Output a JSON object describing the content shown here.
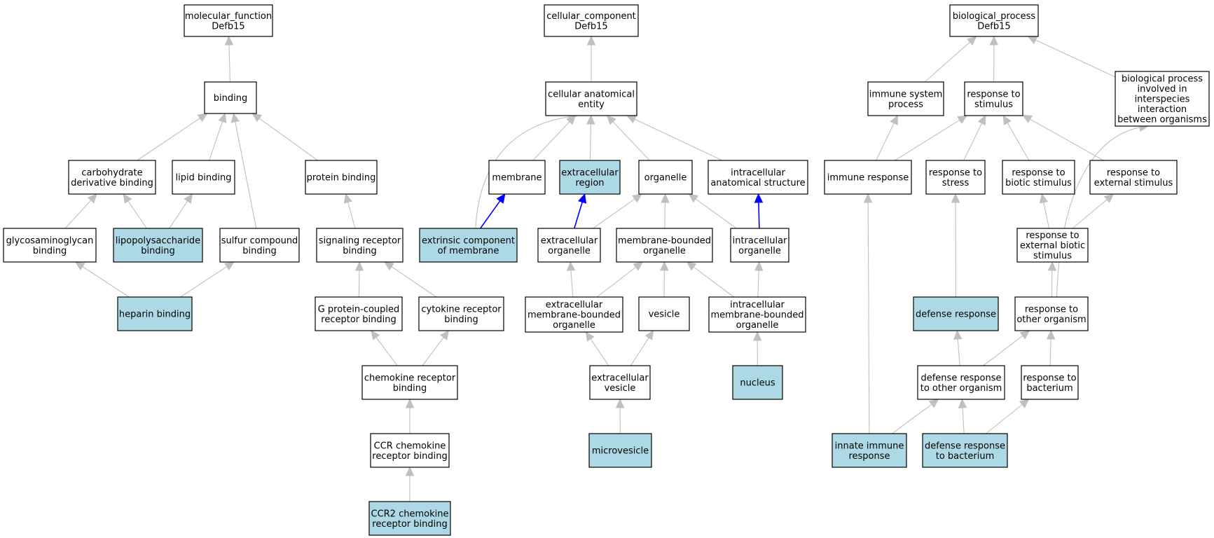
{
  "colors": {
    "node_fill": "#ffffff",
    "highlight_fill": "#add8e6",
    "edge_gray": "#c0c0c0",
    "edge_blue": "#0000ff"
  },
  "nodes": [
    {
      "id": "mf",
      "label": "molecular_function\nDefb15",
      "highlight": false
    },
    {
      "id": "binding",
      "label": "binding",
      "highlight": false
    },
    {
      "id": "carb",
      "label": "carbohydrate\nderivative binding",
      "highlight": false
    },
    {
      "id": "lipid",
      "label": "lipid binding",
      "highlight": false
    },
    {
      "id": "protein",
      "label": "protein binding",
      "highlight": false
    },
    {
      "id": "gag",
      "label": "glycosaminoglycan\nbinding",
      "highlight": false
    },
    {
      "id": "lps",
      "label": "lipopolysaccharide\nbinding",
      "highlight": true
    },
    {
      "id": "sulfur",
      "label": "sulfur compound\nbinding",
      "highlight": false
    },
    {
      "id": "sigrec",
      "label": "signaling receptor\nbinding",
      "highlight": false
    },
    {
      "id": "heparin",
      "label": "heparin binding",
      "highlight": true
    },
    {
      "id": "gpcr",
      "label": "G protein-coupled\nreceptor binding",
      "highlight": false
    },
    {
      "id": "cytok",
      "label": "cytokine receptor\nbinding",
      "highlight": false
    },
    {
      "id": "chemrec",
      "label": "chemokine receptor\nbinding",
      "highlight": false
    },
    {
      "id": "ccr",
      "label": "CCR chemokine\nreceptor binding",
      "highlight": false
    },
    {
      "id": "ccr2",
      "label": "CCR2 chemokine\nreceptor binding",
      "highlight": true
    },
    {
      "id": "cc",
      "label": "cellular_component\nDefb15",
      "highlight": false
    },
    {
      "id": "cae",
      "label": "cellular anatomical\nentity",
      "highlight": false
    },
    {
      "id": "membrane",
      "label": "membrane",
      "highlight": false
    },
    {
      "id": "extreg",
      "label": "extracellular\nregion",
      "highlight": true
    },
    {
      "id": "organelle",
      "label": "organelle",
      "highlight": false
    },
    {
      "id": "ias",
      "label": "intracellular\nanatomical structure",
      "highlight": false
    },
    {
      "id": "extcomp",
      "label": "extrinsic component\nof membrane",
      "highlight": true
    },
    {
      "id": "extorg",
      "label": "extracellular\norganelle",
      "highlight": false
    },
    {
      "id": "mbo",
      "label": "membrane-bounded\norganelle",
      "highlight": false
    },
    {
      "id": "intorg",
      "label": "intracellular\norganelle",
      "highlight": false
    },
    {
      "id": "embo",
      "label": "extracellular\nmembrane-bounded\norganelle",
      "highlight": false
    },
    {
      "id": "vesicle",
      "label": "vesicle",
      "highlight": false
    },
    {
      "id": "imbo",
      "label": "intracellular\nmembrane-bounded\norganelle",
      "highlight": false
    },
    {
      "id": "extves",
      "label": "extracellular\nvesicle",
      "highlight": false
    },
    {
      "id": "nucleus",
      "label": "nucleus",
      "highlight": true
    },
    {
      "id": "microves",
      "label": "microvesicle",
      "highlight": true
    },
    {
      "id": "bp",
      "label": "biological_process\nDefb15",
      "highlight": false
    },
    {
      "id": "isp",
      "label": "immune system\nprocess",
      "highlight": false
    },
    {
      "id": "rstim",
      "label": "response to\nstimulus",
      "highlight": false
    },
    {
      "id": "bpii",
      "label": "biological process\ninvolved in\ninterspecies\ninteraction\nbetween organisms",
      "highlight": false
    },
    {
      "id": "immresp",
      "label": "immune response",
      "highlight": false
    },
    {
      "id": "rstress",
      "label": "response to\nstress",
      "highlight": false
    },
    {
      "id": "rbiotic",
      "label": "response to\nbiotic stimulus",
      "highlight": false
    },
    {
      "id": "rext",
      "label": "response to\nexternal stimulus",
      "highlight": false
    },
    {
      "id": "rextbio",
      "label": "response to\nexternal biotic\nstimulus",
      "highlight": false
    },
    {
      "id": "defresp",
      "label": "defense response",
      "highlight": true
    },
    {
      "id": "rother",
      "label": "response to\nother organism",
      "highlight": false
    },
    {
      "id": "defother",
      "label": "defense response\nto other organism",
      "highlight": false
    },
    {
      "id": "rbact",
      "label": "response to\nbacterium",
      "highlight": false
    },
    {
      "id": "innate",
      "label": "innate immune\nresponse",
      "highlight": true
    },
    {
      "id": "defbact",
      "label": "defense response\nto bacterium",
      "highlight": true
    }
  ],
  "edges": [
    {
      "from": "binding",
      "to": "mf",
      "color": "gray"
    },
    {
      "from": "carb",
      "to": "binding",
      "color": "gray"
    },
    {
      "from": "lipid",
      "to": "binding",
      "color": "gray"
    },
    {
      "from": "sulfur",
      "to": "binding",
      "color": "gray"
    },
    {
      "from": "protein",
      "to": "binding",
      "color": "gray"
    },
    {
      "from": "gag",
      "to": "carb",
      "color": "gray"
    },
    {
      "from": "lps",
      "to": "carb",
      "color": "gray"
    },
    {
      "from": "lps",
      "to": "lipid",
      "color": "gray"
    },
    {
      "from": "sigrec",
      "to": "protein",
      "color": "gray"
    },
    {
      "from": "heparin",
      "to": "gag",
      "color": "gray"
    },
    {
      "from": "heparin",
      "to": "sulfur",
      "color": "gray"
    },
    {
      "from": "gpcr",
      "to": "sigrec",
      "color": "gray"
    },
    {
      "from": "cytok",
      "to": "sigrec",
      "color": "gray"
    },
    {
      "from": "chemrec",
      "to": "gpcr",
      "color": "gray"
    },
    {
      "from": "chemrec",
      "to": "cytok",
      "color": "gray"
    },
    {
      "from": "ccr",
      "to": "chemrec",
      "color": "gray"
    },
    {
      "from": "ccr2",
      "to": "ccr",
      "color": "gray"
    },
    {
      "from": "cae",
      "to": "cc",
      "color": "gray"
    },
    {
      "from": "membrane",
      "to": "cae",
      "color": "gray"
    },
    {
      "from": "extreg",
      "to": "cae",
      "color": "gray"
    },
    {
      "from": "organelle",
      "to": "cae",
      "color": "gray"
    },
    {
      "from": "ias",
      "to": "cae",
      "color": "gray"
    },
    {
      "from": "extcomp",
      "to": "cae",
      "color": "gray",
      "curve": true
    },
    {
      "from": "extcomp",
      "to": "membrane",
      "color": "blue"
    },
    {
      "from": "extorg",
      "to": "organelle",
      "color": "gray"
    },
    {
      "from": "extorg",
      "to": "extreg",
      "color": "blue"
    },
    {
      "from": "mbo",
      "to": "organelle",
      "color": "gray"
    },
    {
      "from": "intorg",
      "to": "organelle",
      "color": "gray"
    },
    {
      "from": "intorg",
      "to": "ias",
      "color": "blue"
    },
    {
      "from": "embo",
      "to": "extorg",
      "color": "gray"
    },
    {
      "from": "embo",
      "to": "mbo",
      "color": "gray"
    },
    {
      "from": "vesicle",
      "to": "mbo",
      "color": "gray"
    },
    {
      "from": "imbo",
      "to": "mbo",
      "color": "gray"
    },
    {
      "from": "imbo",
      "to": "intorg",
      "color": "gray"
    },
    {
      "from": "extves",
      "to": "embo",
      "color": "gray"
    },
    {
      "from": "extves",
      "to": "vesicle",
      "color": "gray"
    },
    {
      "from": "nucleus",
      "to": "imbo",
      "color": "gray"
    },
    {
      "from": "microves",
      "to": "extves",
      "color": "gray"
    },
    {
      "from": "isp",
      "to": "bp",
      "color": "gray"
    },
    {
      "from": "rstim",
      "to": "bp",
      "color": "gray"
    },
    {
      "from": "bpii",
      "to": "bp",
      "color": "gray"
    },
    {
      "from": "immresp",
      "to": "isp",
      "color": "gray"
    },
    {
      "from": "immresp",
      "to": "rstim",
      "color": "gray"
    },
    {
      "from": "rstress",
      "to": "rstim",
      "color": "gray"
    },
    {
      "from": "rbiotic",
      "to": "rstim",
      "color": "gray"
    },
    {
      "from": "rext",
      "to": "rstim",
      "color": "gray"
    },
    {
      "from": "rextbio",
      "to": "rbiotic",
      "color": "gray"
    },
    {
      "from": "rextbio",
      "to": "rext",
      "color": "gray"
    },
    {
      "from": "rother",
      "to": "rextbio",
      "color": "gray"
    },
    {
      "from": "rother",
      "to": "bpii",
      "color": "gray",
      "curve": true
    },
    {
      "from": "defresp",
      "to": "rstress",
      "color": "gray"
    },
    {
      "from": "defother",
      "to": "defresp",
      "color": "gray"
    },
    {
      "from": "defother",
      "to": "rother",
      "color": "gray"
    },
    {
      "from": "rbact",
      "to": "rother",
      "color": "gray"
    },
    {
      "from": "innate",
      "to": "immresp",
      "color": "gray"
    },
    {
      "from": "innate",
      "to": "defother",
      "color": "gray"
    },
    {
      "from": "defbact",
      "to": "defother",
      "color": "gray"
    },
    {
      "from": "defbact",
      "to": "rbact",
      "color": "gray"
    }
  ]
}
